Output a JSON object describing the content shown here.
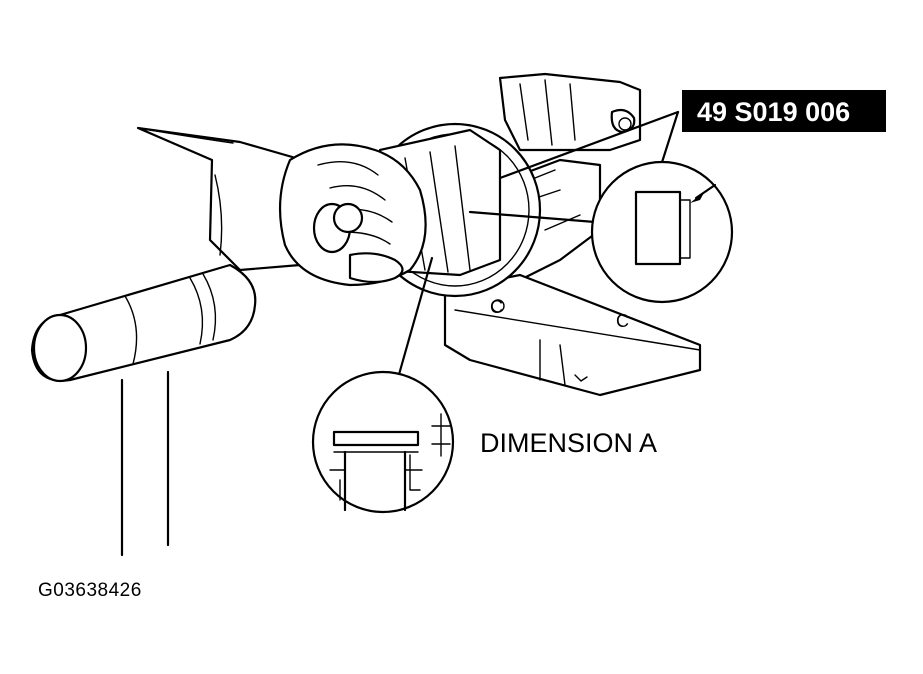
{
  "callouts": {
    "tool_number": "49 S019 006",
    "dimension_label": "DIMENSION A",
    "marker_c_left": "C",
    "marker_c_right": "C"
  },
  "figure_id": "G03638426",
  "colors": {
    "line": "#000000",
    "background": "#ffffff",
    "label_box": "#000000",
    "label_text": "#ffffff"
  }
}
